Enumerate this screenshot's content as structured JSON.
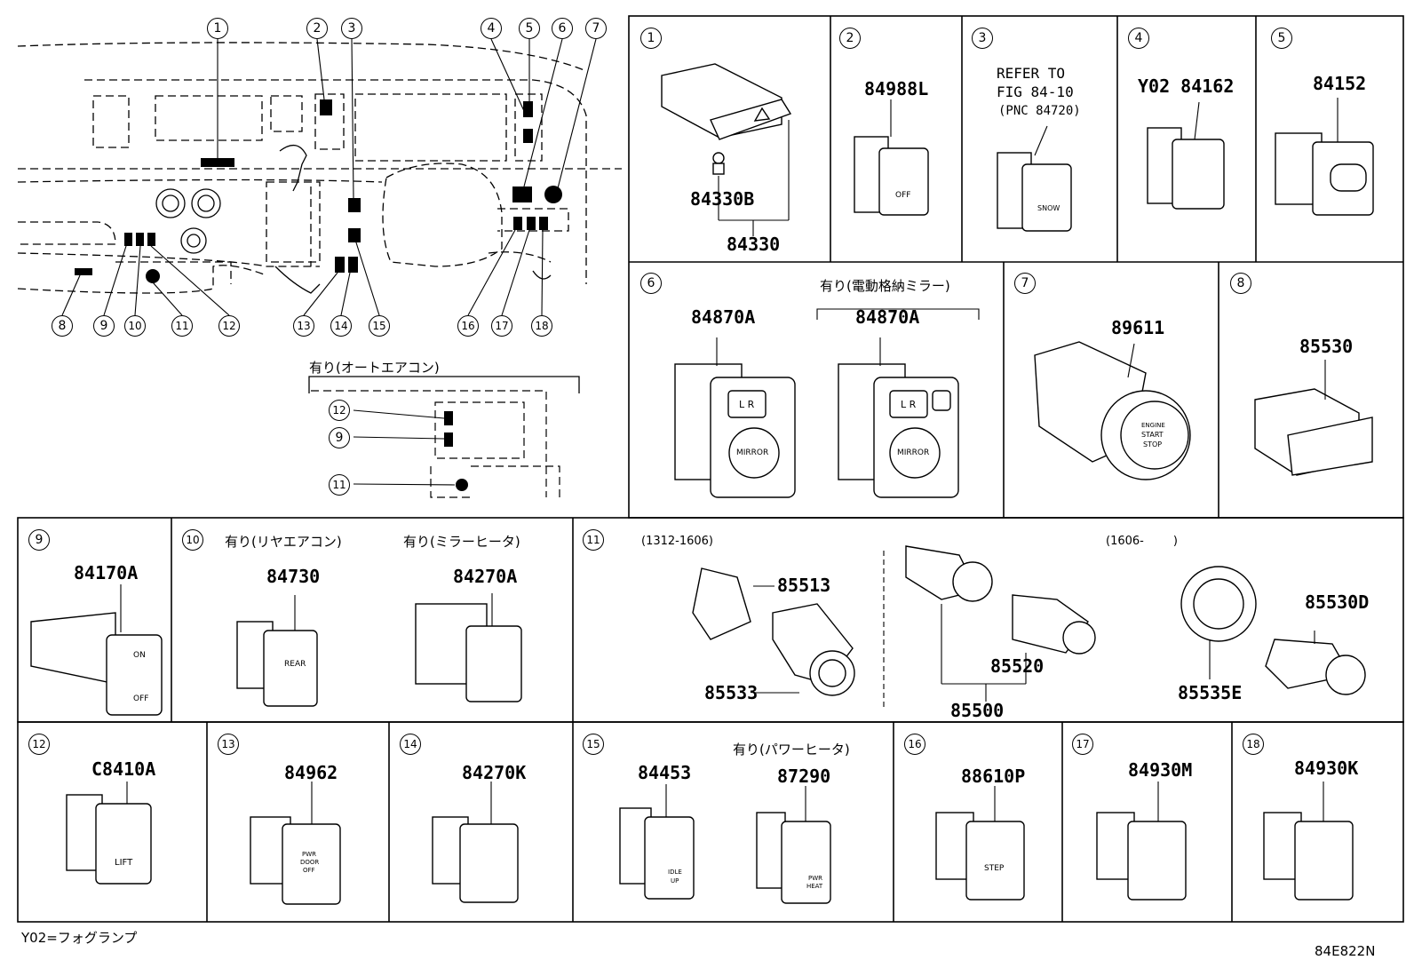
{
  "overview": {
    "callouts": [
      "1",
      "2",
      "3",
      "4",
      "5",
      "6",
      "7",
      "8",
      "9",
      "10",
      "11",
      "12",
      "13",
      "14",
      "15",
      "16",
      "17",
      "18"
    ],
    "inset_condition": "有り(オートエアコン)",
    "inset_callouts": [
      "12",
      "9",
      "11"
    ]
  },
  "panels": [
    {
      "id": "1",
      "parts": [
        "84330B",
        "84330"
      ]
    },
    {
      "id": "2",
      "parts": [
        "84988L"
      ]
    },
    {
      "id": "3",
      "reference": [
        "REFER TO",
        "FIG 84-10",
        "(PNC 84720)"
      ]
    },
    {
      "id": "4",
      "parts": [
        "Y02 84162"
      ]
    },
    {
      "id": "5",
      "parts": [
        "84152"
      ]
    },
    {
      "id": "6",
      "parts": [
        "84870A",
        "84870A"
      ],
      "condition": "有り(電動格納ミラー)"
    },
    {
      "id": "7",
      "parts": [
        "89611"
      ]
    },
    {
      "id": "8",
      "parts": [
        "85530"
      ]
    },
    {
      "id": "9",
      "parts": [
        "84170A"
      ]
    },
    {
      "id": "10",
      "parts": [
        "84730",
        "84270A"
      ],
      "conditions": [
        "有り(リヤエアコン)",
        "有り(ミラーヒータ)"
      ]
    },
    {
      "id": "11",
      "parts": [
        "85513",
        "85533",
        "85520",
        "85500",
        "85530D",
        "85535E"
      ],
      "date_ranges": [
        "(1312-1606)",
        "(1606-        )"
      ]
    },
    {
      "id": "12",
      "parts": [
        "C8410A"
      ]
    },
    {
      "id": "13",
      "parts": [
        "84962"
      ]
    },
    {
      "id": "14",
      "parts": [
        "84270K"
      ]
    },
    {
      "id": "15",
      "parts": [
        "84453",
        "87290"
      ],
      "condition": "有り(パワーヒータ)"
    },
    {
      "id": "16",
      "parts": [
        "88610P"
      ]
    },
    {
      "id": "17",
      "parts": [
        "84930M"
      ]
    },
    {
      "id": "18",
      "parts": [
        "84930K"
      ]
    }
  ],
  "switch_labels": {
    "s2": "OFF",
    "s3": "SNOW",
    "s7": [
      "ENGINE",
      "START",
      "STOP"
    ],
    "s9": [
      "ON",
      "OFF"
    ],
    "s10": "REAR",
    "s12": "LIFT",
    "s13": [
      "PWR",
      "DOOR",
      "OFF"
    ],
    "s15": [
      "IDLE",
      "UP"
    ],
    "s15b": [
      "PWR",
      "HEAT"
    ],
    "s16": "STEP",
    "s6": "MIRROR",
    "s6lr": "L R"
  },
  "footer": {
    "legend": "Y02=フォグランプ",
    "figure_code": "84E822N"
  }
}
